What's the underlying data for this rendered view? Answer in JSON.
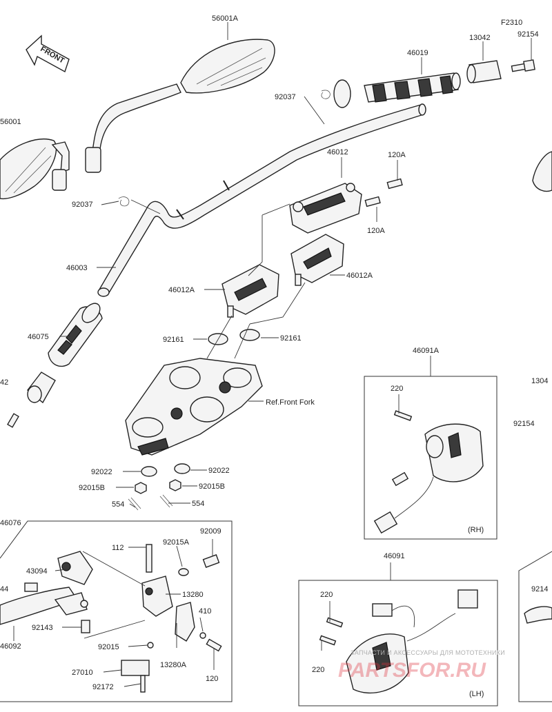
{
  "labels": {
    "p56001A": "56001A",
    "pF2310": "F2310",
    "p92154_top": "92154",
    "p13042_top": "13042",
    "p46019": "46019",
    "p56001": "56001",
    "p92037_top": "92037",
    "p92037_left": "92037",
    "p46012": "46012",
    "p120A_top": "120A",
    "p120A_bottom": "120A",
    "p46003": "46003",
    "p46012A_left": "46012A",
    "p46012A_right": "46012A",
    "p46075": "46075",
    "p92161_left": "92161",
    "p92161_right": "92161",
    "p42_cut": "42",
    "p46091A": "46091A",
    "p220_rh": "220",
    "p1304_cut": "1304",
    "p92154_right": "92154",
    "p92022_left": "92022",
    "p92022_right": "92022",
    "p92015B_left": "92015B",
    "p92015B_right": "92015B",
    "p554_left": "554",
    "p554_right": "554",
    "p46076": "46076",
    "p112": "112",
    "p92015A": "92015A",
    "p92009": "92009",
    "p43094": "43094",
    "p44_cut": "44",
    "p13280": "13280",
    "p410": "410",
    "p92143": "92143",
    "p92015": "92015",
    "p46092": "46092",
    "p13280A": "13280A",
    "p27010": "27010",
    "p120": "120",
    "p92172": "92172",
    "p46091": "46091",
    "p220_lh_top": "220",
    "p220_lh_bottom": "220",
    "p9214_cut": "9214",
    "ref_front_fork": "Ref.Front Fork",
    "rh": "(RH)",
    "lh": "(LH)",
    "front_arrow": "FRONT"
  },
  "watermark": {
    "line1": "ЗАПЧАСТИ И АКСЕССУАРЫ ДЛЯ МОТОТЕХНИКИ",
    "line2": "PARTSFOR.RU"
  }
}
